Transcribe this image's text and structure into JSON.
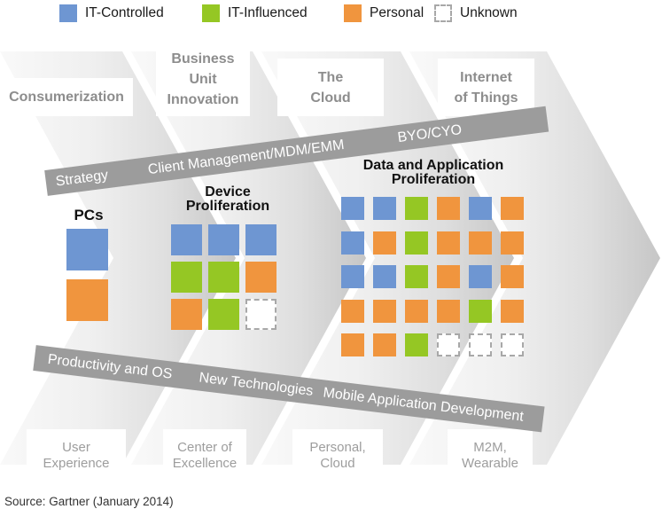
{
  "colors": {
    "it-controlled": "#6e96d2",
    "it-influenced": "#95c724",
    "personal": "#f0953e",
    "unknown-border": "#a8a8a8",
    "ribbon": "#9c9c9c",
    "era-text": "#8d8d8d",
    "footer-text": "#9d9d9d",
    "title-text": "#111111",
    "legend-text": "#1a1a1a",
    "source-text": "#333333",
    "chevron-start": "#f9f9f9",
    "chevron-end": "#c6c6c6"
  },
  "legend": {
    "items": [
      {
        "label": "IT-Controlled",
        "code": "B"
      },
      {
        "label": "IT-Influenced",
        "code": "G"
      },
      {
        "label": "Personal",
        "code": "O"
      },
      {
        "label": "Unknown",
        "code": "U"
      }
    ]
  },
  "eras": [
    {
      "label": "Consumerization"
    },
    {
      "label": "Business\nUnit\nInnovation"
    },
    {
      "label": "The\nCloud"
    },
    {
      "label": "Internet\nof Things"
    }
  ],
  "banners": {
    "top": {
      "labels": [
        "Strategy",
        "Client Management/MDM/EMM",
        "BYO/CYO"
      ]
    },
    "bottom": {
      "labels": [
        "Productivity and OS",
        "New Technologies",
        "Mobile Application Development"
      ]
    }
  },
  "groups": [
    {
      "title": "PCs",
      "cells": [
        [
          "B"
        ],
        [
          "O"
        ]
      ]
    },
    {
      "title": "Device\nProliferation",
      "cells": [
        [
          "B",
          "B",
          "B"
        ],
        [
          "G",
          "G",
          "O"
        ],
        [
          "O",
          "G",
          "U"
        ]
      ]
    },
    {
      "title": "Data and Application\nProliferation",
      "cells": [
        [
          "B",
          "B",
          "G",
          "O",
          "B",
          "O"
        ],
        [
          "B",
          "O",
          "G",
          "O",
          "O",
          "O"
        ],
        [
          "B",
          "B",
          "G",
          "O",
          "B",
          "O"
        ],
        [
          "O",
          "O",
          "O",
          "O",
          "G",
          "O"
        ],
        [
          "O",
          "O",
          "G",
          "U",
          "U",
          "U"
        ]
      ]
    }
  ],
  "footers": [
    {
      "label": "User\nExperience"
    },
    {
      "label": "Center of\nExcellence"
    },
    {
      "label": "Personal,\nCloud"
    },
    {
      "label": "M2M,\nWearable"
    }
  ],
  "source": "Source: Gartner (January 2014)",
  "cell_names": {
    "B": "it-controlled",
    "G": "it-influenced",
    "O": "personal",
    "U": "unknown"
  }
}
